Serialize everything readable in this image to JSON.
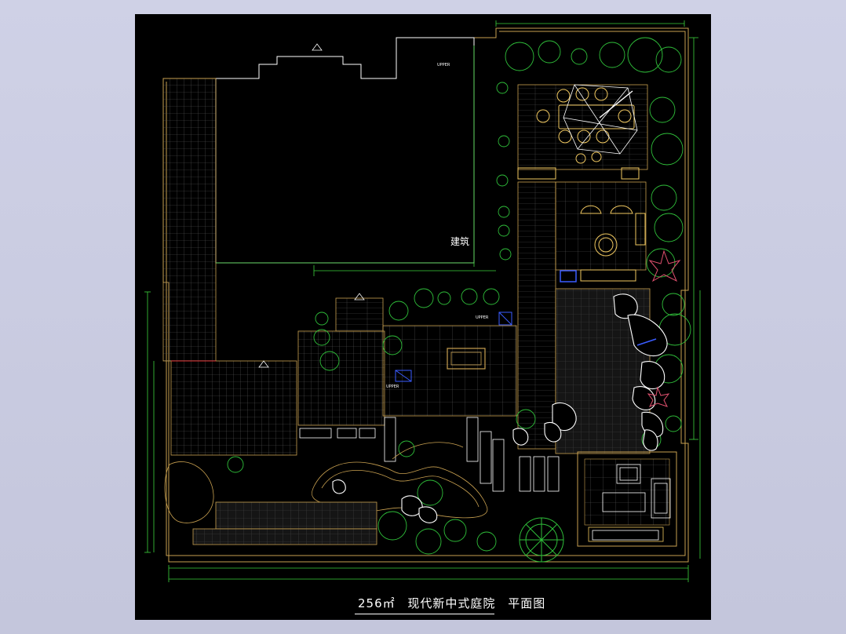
{
  "window": {
    "background": "#c9cbe0",
    "canvas_background": "#000000"
  },
  "title": {
    "area": "256㎡",
    "name": "现代新中式庭院",
    "view": "平面图"
  },
  "labels": {
    "building": "建筑",
    "ucs_marker_top": "UPPER",
    "ucs_marker_mid": "UPPER",
    "ucs_marker_left": "UPPER"
  },
  "colors": {
    "boundary": "#c8a050",
    "hatch": "#6a6a6a",
    "dimension": "#3cd23c",
    "dimension_text": "#ffffff",
    "planting": "#2fbf3a",
    "planting_dark": "#1f7f2a",
    "furniture": "#f0c860",
    "accent_blue": "#3a5cff",
    "accent_red": "#e0506e",
    "rock": "#ffffff",
    "annotation": "#6fe6ff"
  },
  "icons": {
    "rock": "rock-icon",
    "tree": "tree-icon",
    "umbrella": "umbrella-icon"
  }
}
